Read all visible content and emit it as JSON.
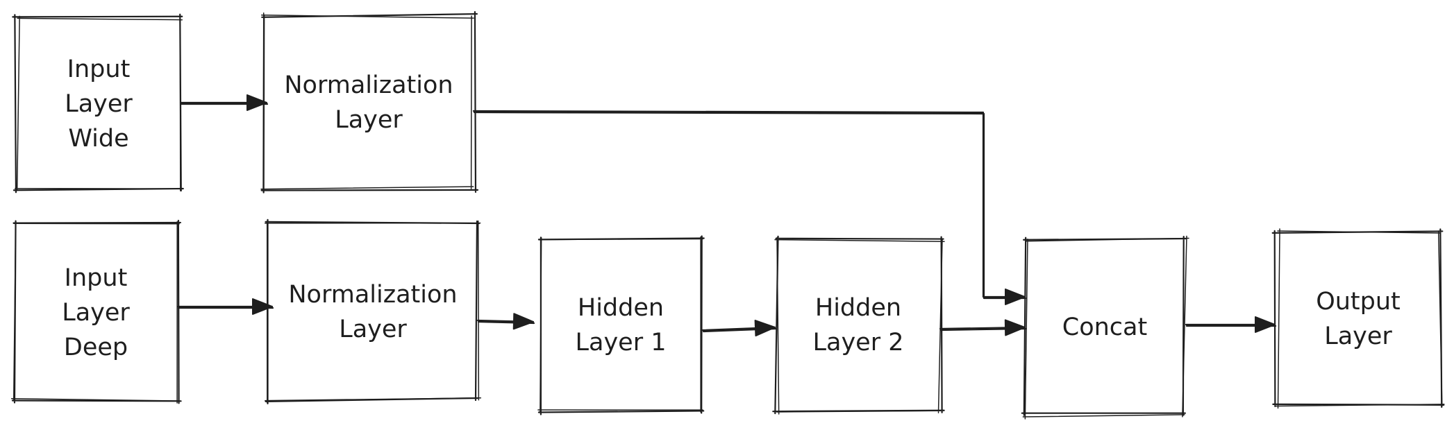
{
  "nodes": {
    "input_wide": {
      "lines": [
        "Input",
        "Layer",
        "Wide"
      ]
    },
    "norm_wide": {
      "lines": [
        "Normalization",
        "Layer"
      ]
    },
    "input_deep": {
      "lines": [
        "Input",
        "Layer",
        "Deep"
      ]
    },
    "norm_deep": {
      "lines": [
        "Normalization",
        "Layer"
      ]
    },
    "hidden1": {
      "lines": [
        "Hidden",
        "Layer 1"
      ]
    },
    "hidden2": {
      "lines": [
        "Hidden",
        "Layer 2"
      ]
    },
    "concat": {
      "lines": [
        "Concat"
      ]
    },
    "output": {
      "lines": [
        "Output",
        "Layer"
      ]
    }
  },
  "edges": [
    {
      "from": "input_wide",
      "to": "norm_wide"
    },
    {
      "from": "norm_wide",
      "to": "concat"
    },
    {
      "from": "input_deep",
      "to": "norm_deep"
    },
    {
      "from": "norm_deep",
      "to": "hidden1"
    },
    {
      "from": "hidden1",
      "to": "hidden2"
    },
    {
      "from": "hidden2",
      "to": "concat"
    },
    {
      "from": "concat",
      "to": "output"
    }
  ],
  "colors": {
    "stroke": "#1e1e1e",
    "background": "#ffffff"
  }
}
